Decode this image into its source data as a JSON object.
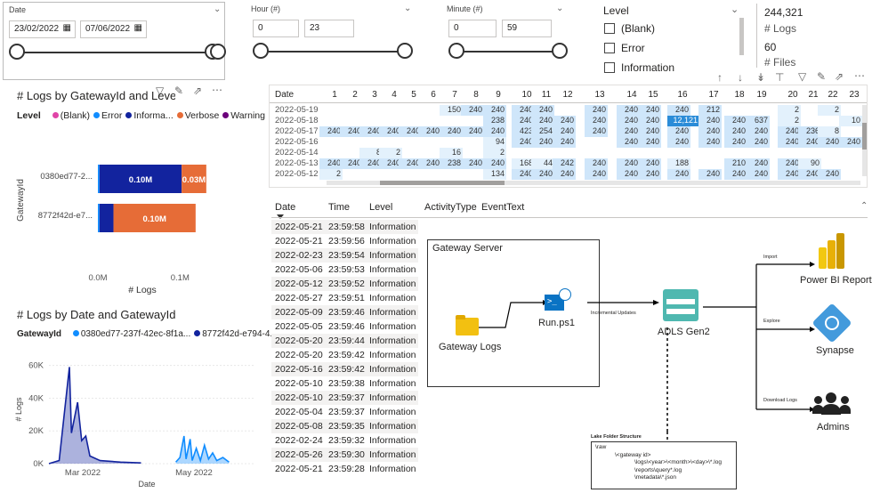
{
  "date_slicer": {
    "title": "Date",
    "from": "23/02/2022",
    "to": "07/06/2022"
  },
  "hour_slicer": {
    "title": "Hour (#)",
    "from": "0",
    "to": "23"
  },
  "minute_slicer": {
    "title": "Minute (#)",
    "from": "0",
    "to": "59"
  },
  "level_slicer": {
    "title": "Level",
    "options": [
      "(Blank)",
      "Error",
      "Information"
    ]
  },
  "kpi": {
    "logs_value": "244,321",
    "logs_label": "# Logs",
    "files_value": "60",
    "files_label": "# Files"
  },
  "bar_chart": {
    "title": "# Logs by GatewayId and Level",
    "legend_title": "Level",
    "xlabel": "# Logs",
    "ylabel": "GatewayId",
    "chart_data": {
      "type": "bar",
      "categories": [
        "0380ed77-2...",
        "8772f42d-e7..."
      ],
      "series": [
        {
          "name": "(Blank)",
          "color": "#e044a7",
          "values": [
            0,
            0
          ]
        },
        {
          "name": "Error",
          "color": "#118dff",
          "values": [
            0.002,
            0.002
          ]
        },
        {
          "name": "Informa...",
          "color": "#12239e",
          "values": [
            0.1,
            0.017
          ]
        },
        {
          "name": "Verbose",
          "color": "#e66c37",
          "values": [
            0.03,
            0.1
          ]
        },
        {
          "name": "Warning",
          "color": "#6b007b",
          "values": [
            0,
            0
          ]
        }
      ],
      "data_labels": [
        [
          "0.10M",
          "0.03M"
        ],
        [
          "",
          "0.10M"
        ]
      ],
      "xticks": [
        "0.0M",
        "0.1M"
      ],
      "xlim": [
        0,
        0.13
      ]
    }
  },
  "line_chart": {
    "title": "# Logs by Date and GatewayId",
    "legend_title": "GatewayId",
    "legend": [
      "0380ed77-237f-42ec-8f1a...",
      "8772f42d-e794-4..."
    ],
    "xlabel": "Date",
    "ylabel": "# Logs",
    "yticks": [
      "60K",
      "40K",
      "20K",
      "0K"
    ],
    "xticks": [
      "Mar 2022",
      "May 2022"
    ],
    "chart_data": {
      "type": "area",
      "ylim": [
        0,
        65000
      ],
      "series": [
        {
          "name": "0380ed77-237f-42ec-8f1a...",
          "color": "#118dff",
          "points": [
            [
              0.62,
              1000
            ],
            [
              0.64,
              4000
            ],
            [
              0.66,
              18000
            ],
            [
              0.67,
              3000
            ],
            [
              0.69,
              16000
            ],
            [
              0.7,
              2000
            ],
            [
              0.72,
              10000
            ],
            [
              0.74,
              2000
            ],
            [
              0.76,
              12000
            ],
            [
              0.78,
              3000
            ],
            [
              0.8,
              7000
            ],
            [
              0.82,
              2000
            ],
            [
              0.85,
              4000
            ],
            [
              0.88,
              1000
            ]
          ]
        },
        {
          "name": "8772f42d-e794-4...",
          "color": "#12239e",
          "points": [
            [
              0.0,
              0
            ],
            [
              0.05,
              2000
            ],
            [
              0.1,
              63000
            ],
            [
              0.11,
              20000
            ],
            [
              0.14,
              40000
            ],
            [
              0.16,
              15000
            ],
            [
              0.18,
              18000
            ],
            [
              0.2,
              5000
            ],
            [
              0.25,
              2000
            ],
            [
              0.35,
              1000
            ],
            [
              0.45,
              500
            ]
          ]
        }
      ]
    }
  },
  "matrix": {
    "corner": "Date",
    "cols": [
      "1",
      "2",
      "3",
      "4",
      "5",
      "6",
      "7",
      "8",
      "9",
      "10",
      "11",
      "12",
      "13",
      "14",
      "15",
      "16",
      "17",
      "18",
      "19",
      "20",
      "21",
      "22",
      "23"
    ],
    "rows": [
      {
        "date": "2022-05-19",
        "cells": [
          "",
          "",
          "",
          "",
          "",
          "",
          "150",
          "240",
          "240",
          "240",
          "240",
          "",
          "240",
          "240",
          "240",
          "240",
          "212",
          "",
          "",
          "2",
          "",
          "2",
          ""
        ]
      },
      {
        "date": "2022-05-18",
        "cells": [
          "",
          "",
          "",
          "",
          "",
          "",
          "",
          "",
          "238",
          "240",
          "240",
          "240",
          "240",
          "240",
          "240",
          "12,121",
          "240",
          "240",
          "637",
          "2",
          "",
          "",
          "10"
        ]
      },
      {
        "date": "2022-05-17",
        "cells": [
          "240",
          "240",
          "240",
          "240",
          "240",
          "240",
          "240",
          "240",
          "240",
          "423",
          "254",
          "240",
          "240",
          "240",
          "240",
          "240",
          "240",
          "240",
          "240",
          "240",
          "236",
          "8",
          ""
        ]
      },
      {
        "date": "2022-05-16",
        "cells": [
          "",
          "",
          "",
          "",
          "",
          "",
          "",
          "",
          "94",
          "240",
          "240",
          "240",
          "",
          "240",
          "240",
          "240",
          "240",
          "240",
          "240",
          "240",
          "240",
          "240",
          "240"
        ]
      },
      {
        "date": "2022-05-14",
        "cells": [
          "",
          "",
          "8",
          "2",
          "",
          "",
          "16",
          "",
          "2",
          "",
          "",
          "",
          "",
          "",
          "",
          "",
          "",
          "",
          "",
          "",
          "",
          "",
          ""
        ]
      },
      {
        "date": "2022-05-13",
        "cells": [
          "240",
          "240",
          "240",
          "240",
          "240",
          "240",
          "238",
          "240",
          "240",
          "168",
          "44",
          "242",
          "240",
          "240",
          "240",
          "188",
          "",
          "210",
          "240",
          "240",
          "90",
          "",
          ""
        ]
      },
      {
        "date": "2022-05-12",
        "cells": [
          "2",
          "",
          "",
          "",
          "",
          "",
          "",
          "",
          "134",
          "240",
          "240",
          "240",
          "240",
          "240",
          "240",
          "240",
          "240",
          "240",
          "240",
          "240",
          "240",
          "240",
          ""
        ]
      }
    ]
  },
  "log_table": {
    "headers": [
      "Date",
      "Time",
      "Level",
      "ActivityType",
      "EventText"
    ],
    "rows": [
      [
        "2022-05-21",
        "23:59:58",
        "Information"
      ],
      [
        "2022-05-21",
        "23:59:56",
        "Information"
      ],
      [
        "2022-02-23",
        "23:59:54",
        "Information"
      ],
      [
        "2022-05-06",
        "23:59:53",
        "Information"
      ],
      [
        "2022-05-12",
        "23:59:52",
        "Information"
      ],
      [
        "2022-05-27",
        "23:59:51",
        "Information"
      ],
      [
        "2022-05-09",
        "23:59:46",
        "Information"
      ],
      [
        "2022-05-05",
        "23:59:46",
        "Information"
      ],
      [
        "2022-05-20",
        "23:59:44",
        "Information"
      ],
      [
        "2022-05-20",
        "23:59:42",
        "Information"
      ],
      [
        "2022-05-16",
        "23:59:42",
        "Information"
      ],
      [
        "2022-05-10",
        "23:59:38",
        "Information"
      ],
      [
        "2022-05-10",
        "23:59:37",
        "Information"
      ],
      [
        "2022-05-04",
        "23:59:37",
        "Information"
      ],
      [
        "2022-05-08",
        "23:59:35",
        "Information"
      ],
      [
        "2022-02-24",
        "23:59:32",
        "Information"
      ],
      [
        "2022-05-26",
        "23:59:30",
        "Information"
      ],
      [
        "2022-05-21",
        "23:59:28",
        "Information"
      ]
    ]
  },
  "diagram": {
    "server_title": "Gateway Server",
    "gateway_logs": "Gateway Logs",
    "runps": "Run.ps1",
    "incremental": "Incremental Updates",
    "adls": "ADLS Gen2",
    "import": "Import",
    "explore": "Explore",
    "download": "Download Logs",
    "powerbi": "Power BI Report",
    "synapse": "Synapse",
    "admins": "Admins",
    "lake_title": "Lake Folder Structure",
    "lake_lines": [
      "\\raw",
      "\\<gateway id>",
      "\\logs\\<year>\\<month>\\<day>\\*.log",
      "\\reports\\query*.log",
      "\\metadata\\*.json"
    ]
  }
}
